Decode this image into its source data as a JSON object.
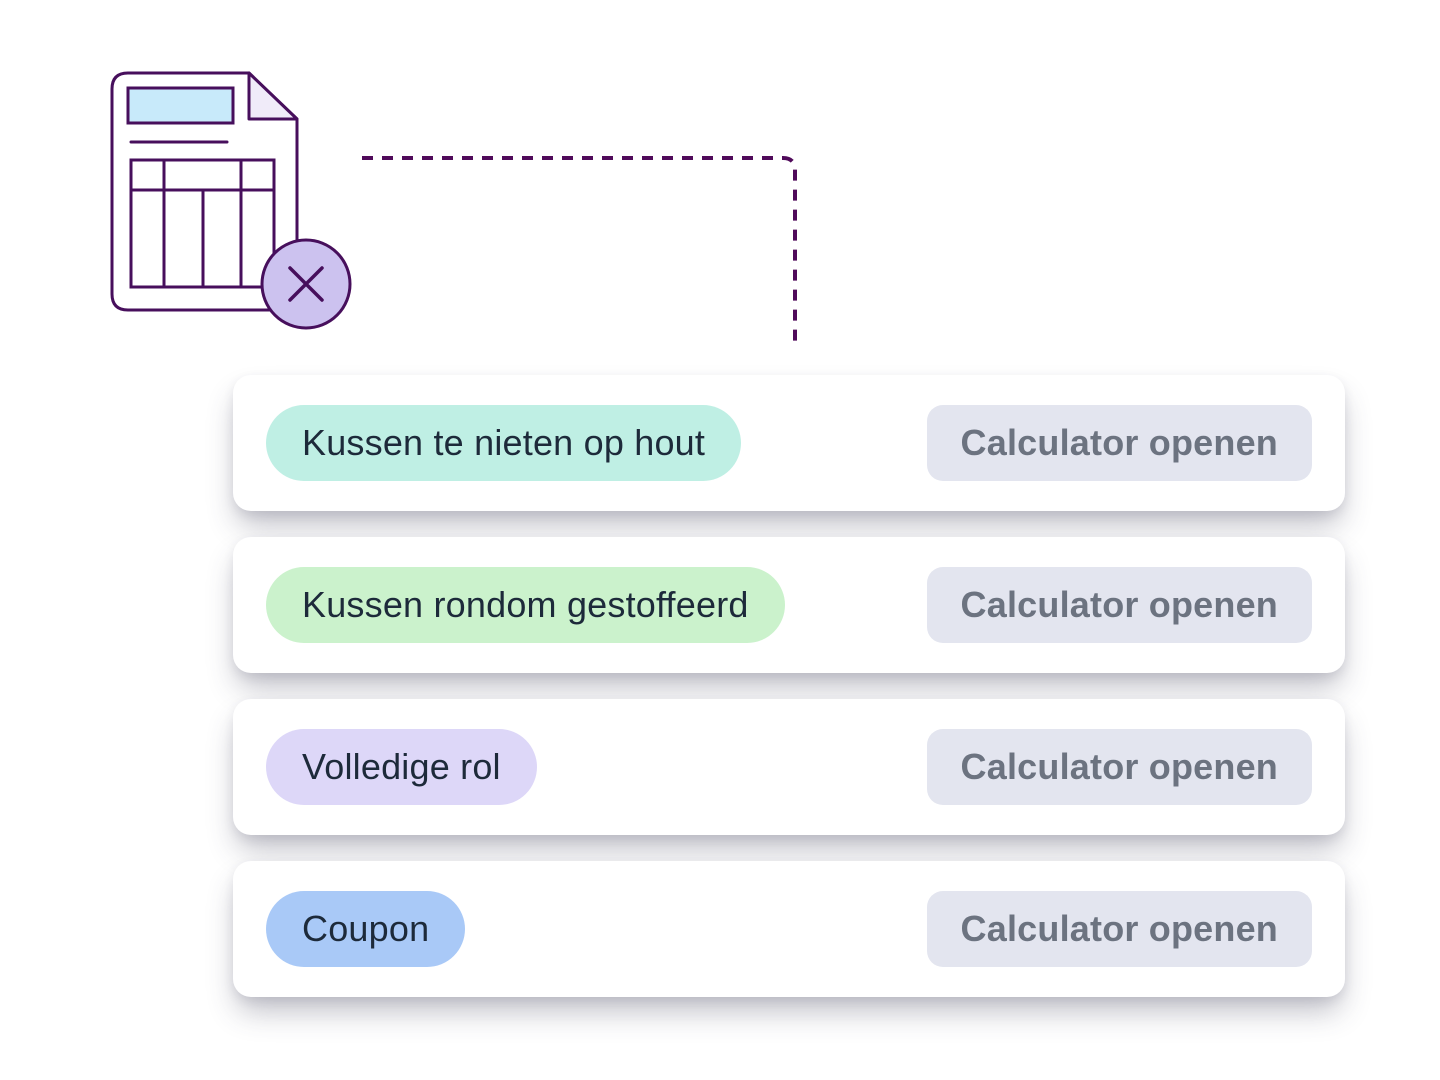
{
  "colors": {
    "outline": "#470F5C",
    "connector": "#500A5A",
    "invoice_header": "#C8EAFA",
    "fold": "#F0EBF9",
    "badge": "#CCC2EF",
    "white": "#FFFFFF"
  },
  "icons": {
    "invoice": "invoice-document-icon",
    "close": "close-x-icon"
  },
  "styles": {
    "tag_text_color": "#1D2A3A",
    "button_bg": "#E3E5EF",
    "button_text_color": "#6C7380",
    "card_bg": "#FFFFFF"
  },
  "rows": [
    {
      "tag": "Kussen te nieten op hout",
      "tag_color": "#BFEFE4",
      "button_label": "Calculator openen"
    },
    {
      "tag": "Kussen rondom gestoffeerd",
      "tag_color": "#CBF2CC",
      "button_label": "Calculator openen"
    },
    {
      "tag": "Volledige rol",
      "tag_color": "#DDD7F8",
      "button_label": "Calculator openen"
    },
    {
      "tag": "Coupon",
      "tag_color": "#A9C9F7",
      "button_label": "Calculator openen"
    }
  ]
}
